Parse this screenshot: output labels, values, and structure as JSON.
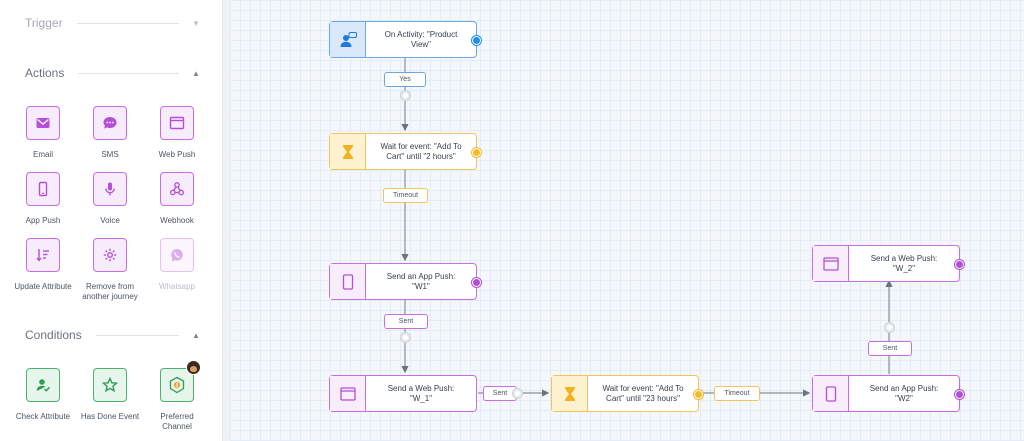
{
  "sidebar": {
    "trigger": {
      "title": "Trigger"
    },
    "actions": {
      "title": "Actions",
      "items": [
        {
          "label": "Email",
          "icon": "email-icon"
        },
        {
          "label": "SMS",
          "icon": "sms-icon"
        },
        {
          "label": "Web Push",
          "icon": "web-push-icon"
        },
        {
          "label": "App Push",
          "icon": "app-push-icon"
        },
        {
          "label": "Voice",
          "icon": "voice-icon"
        },
        {
          "label": "Webhook",
          "icon": "webhook-icon"
        },
        {
          "label": "Update Attribute",
          "icon": "update-attribute-icon"
        },
        {
          "label_line1": "Remove from",
          "label_line2": "another journey",
          "icon": "remove-journey-icon"
        },
        {
          "label": "Whatsapp",
          "icon": "whatsapp-icon"
        }
      ]
    },
    "conditions": {
      "title": "Conditions",
      "items": [
        {
          "label": "Check Attribute",
          "icon": "check-attribute-icon"
        },
        {
          "label": "Has Done Event",
          "icon": "has-done-event-icon"
        },
        {
          "label_line1": "Preferred",
          "label_line2": "Channel",
          "icon": "preferred-channel-icon"
        }
      ]
    }
  },
  "canvas": {
    "nodes": {
      "n1": {
        "line1": "On Activity: \"Product",
        "line2": "View\""
      },
      "n2": {
        "line1": "Wait for event: \"Add To",
        "line2": "Cart\" until \"2 hours\""
      },
      "n3": {
        "line1": "Send an App Push:",
        "line2": "\"W1\""
      },
      "n4": {
        "line1": "Send a Web Push:",
        "line2": "\"W_1\""
      },
      "n5": {
        "line1": "Wait for event: \"Add To",
        "line2": "Cart\" until \"23 hours\""
      },
      "n6": {
        "line1": "Send an App Push:",
        "line2": "\"W2\""
      },
      "n7": {
        "line1": "Send a Web Push:",
        "line2": "\"W_2\""
      }
    },
    "edge_labels": {
      "yes": "Yes",
      "timeout1": "Timeout",
      "sent1": "Sent",
      "sent2": "Sent",
      "timeout2": "Timeout",
      "sent3": "Sent"
    }
  },
  "colors": {
    "action": "#c76fe0",
    "condition": "#4cb26f",
    "trigger": "#6aa7e4",
    "wait": "#f1c45e"
  }
}
